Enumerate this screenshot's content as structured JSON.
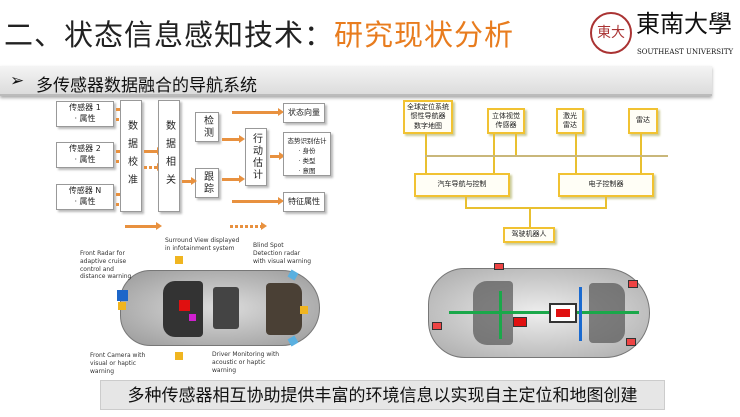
{
  "header": {
    "title_part1": "二、状态信息感知技术：",
    "title_part2": "研究现状分析",
    "logo_cn": "東南大學",
    "logo_en": "SOUTHEAST UNIVERSITY",
    "seal_text": "東大"
  },
  "subtitle": {
    "bullet": "➢",
    "text": "多传感器数据融合的导航系统"
  },
  "left_diagram": {
    "sensors": [
      {
        "name": "传感器",
        "num": "1",
        "attr": "· 属性"
      },
      {
        "name": "传感器",
        "num": "2",
        "attr": "· 属性"
      },
      {
        "name": "传感器",
        "num": "N",
        "attr": "· 属性"
      }
    ],
    "calibration": "数据校准",
    "association": "数据相关",
    "detect": "检测",
    "track": "跟踪",
    "action": "行动估计",
    "outputs": [
      "状态向量",
      "态势识别估计\n· 身份\n· 类型\n· 意图",
      "特征属性"
    ]
  },
  "right_diagram": {
    "inputs": [
      "全球定位系统\n惯性导航器\n数字地图",
      "立体视觉\n传感器",
      "激光\n雷达",
      "雷达"
    ],
    "nav": "汽车导航与控制",
    "ecu": "电子控制器",
    "robot": "驾驶机器人"
  },
  "car_labels": {
    "front_radar": "Front Radar for adaptive cruise control and distance warning",
    "surround": "Surround View displayed in infotainment system",
    "blind_spot": "Blind Spot Detection radar with visual warning",
    "front_camera": "Front Camera with visual or haptic warning",
    "driver_monitor": "Driver Monitoring with acoustic or haptic warning"
  },
  "caption": "多种传感器相互协助提供丰富的环境信息以实现自主定位和地图创建"
}
